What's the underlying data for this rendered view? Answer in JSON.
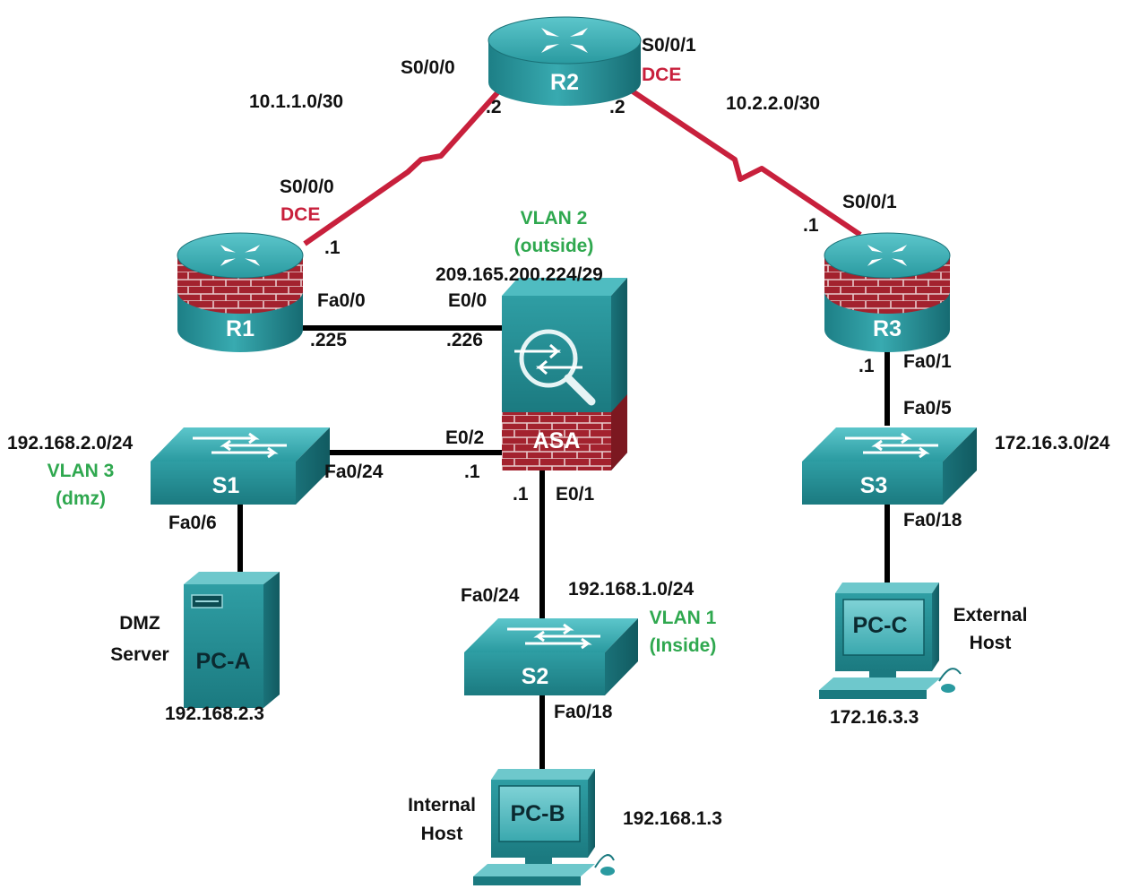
{
  "colors": {
    "serial_link": "#c8203c",
    "ethernet_link": "#000000",
    "device_teal": "#2a9aa0",
    "dce_label": "#c8203c",
    "vlan_label": "#2fa84f",
    "firewall_brick": "#a3222e"
  },
  "devices": {
    "r1": {
      "label": "R1",
      "icon": "firewall-router-icon"
    },
    "r2": {
      "label": "R2",
      "icon": "router-icon"
    },
    "r3": {
      "label": "R3",
      "icon": "firewall-router-icon"
    },
    "asa": {
      "label": "ASA",
      "icon": "asa-firewall-icon"
    },
    "s1": {
      "label": "S1",
      "icon": "switch-icon"
    },
    "s2": {
      "label": "S2",
      "icon": "switch-icon"
    },
    "s3": {
      "label": "S3",
      "icon": "switch-icon"
    },
    "pca": {
      "label": "PC-A",
      "icon": "server-icon",
      "desc_line1": "DMZ",
      "desc_line2": "Server",
      "ip": "192.168.2.3"
    },
    "pcb": {
      "label": "PC-B",
      "icon": "pc-icon",
      "desc_line1": "Internal",
      "desc_line2": "Host",
      "ip": "192.168.1.3"
    },
    "pcc": {
      "label": "PC-C",
      "icon": "pc-icon",
      "desc_line1": "External",
      "desc_line2": "Host",
      "ip": "172.16.3.3"
    }
  },
  "labels": {
    "r2_s000": "S0/0/0",
    "r2_s001": "S0/0/1",
    "r2_dce": "DCE",
    "r2_left_host": ".2",
    "r2_right_host": ".2",
    "net_r1_r2": "10.1.1.0/30",
    "net_r2_r3": "10.2.2.0/30",
    "r1_s000": "S0/0/0",
    "r1_dce": "DCE",
    "r1_serial_host": ".1",
    "r3_s001": "S0/0/1",
    "r3_serial_host": ".1",
    "vlan2_name": "VLAN 2",
    "vlan2_desc": "(outside)",
    "net_outside": "209.165.200.224/29",
    "r1_fa00": "Fa0/0",
    "r1_fa00_host": ".225",
    "asa_e00": "E0/0",
    "asa_e00_host": ".226",
    "r3_fa01": "Fa0/1",
    "r3_fa01_host": ".1",
    "s3_fa05": "Fa0/5",
    "net_s3": "172.16.3.0/24",
    "s3_fa018": "Fa0/18",
    "net_dmz": "192.168.2.0/24",
    "vlan3_name": "VLAN 3",
    "vlan3_desc": "(dmz)",
    "s1_fa024": "Fa0/24",
    "asa_e02": "E0/2",
    "asa_e02_host": ".1",
    "s1_fa06": "Fa0/6",
    "asa_e01_host": ".1",
    "asa_e01": "E0/1",
    "s2_fa024": "Fa0/24",
    "net_inside": "192.168.1.0/24",
    "vlan1_name": "VLAN 1",
    "vlan1_desc": "(Inside)",
    "s2_fa018": "Fa0/18"
  }
}
